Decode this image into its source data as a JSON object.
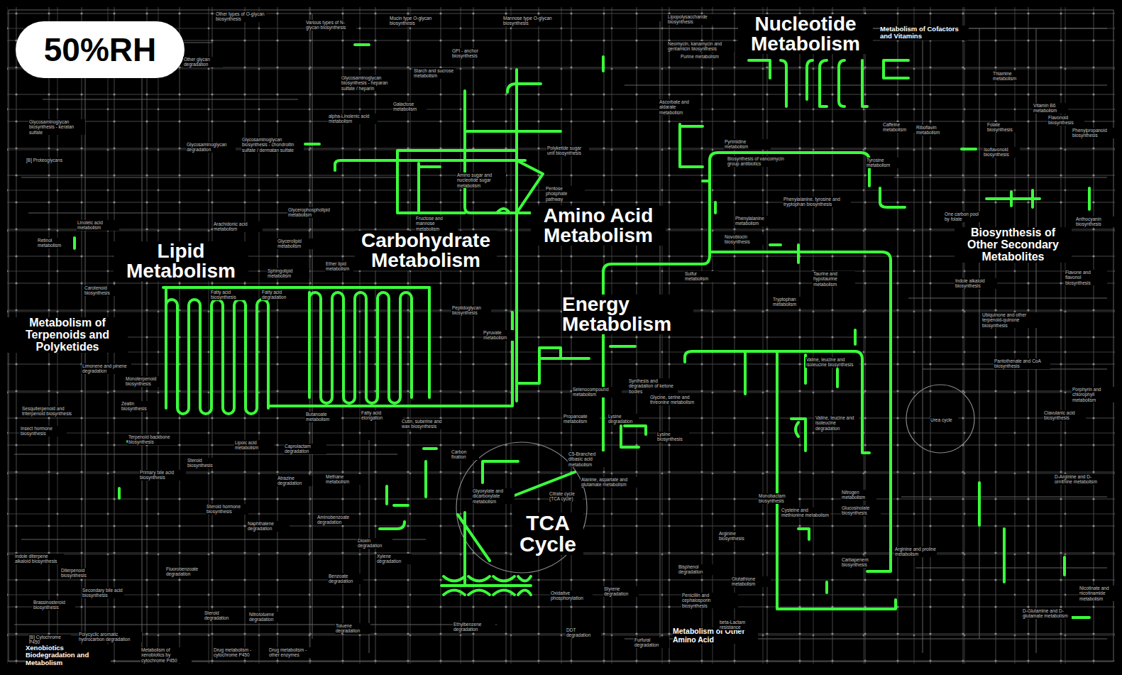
{
  "diagram": {
    "nodes": [
      {
        "text": [
          "50%RH"
        ]
      }
    ],
    "labels": [
      "Nucleotide Metabolism",
      "Metabolism of Cofactors and Vitamins",
      "Amino Acid Metabolism",
      "Carbohydrate Metabolism",
      "Lipid Metabolism",
      "Energy Metabolism",
      "Metabolism of Terpenoids and Polyketides",
      "Biosynthesis of Other Secondary Metabolites",
      "TCA Cycle",
      "Xenobiotics Biodegradation and Metabolism",
      "Metabolism of Other Amino Acid",
      "Other types of O-glycan biosynthesis",
      "Various types of N-glycan biosynthesis",
      "Mucin type O-glycan biosynthesis",
      "Mannose type O-glycan biosynthesis",
      "Lipopolysaccharide biosynthesis",
      "Other glycan degradation",
      "GPI - anchor biosynthesis",
      "Starch and sucrose metabolism",
      "Glycosaminoglycan biosynthesis - heparan sulfate / heparin",
      "Galactose metabolism",
      "Purine metabolism",
      "Neomycin, kanamycin and gentamicin biosynthesis",
      "Ascorbate and aldarate metabolism",
      "Thiamine metabolism",
      "Vitamin B6 metabolism",
      "Caffeine metabolism",
      "Riboflavin metabolism",
      "Folate biosynthesis",
      "Flavonoid biosynthesis",
      "Phenylpropanoid biosynthesis",
      "Pyrimidine metabolism",
      "Biosynthesis of vancomycin group antibiotics",
      "Tyrosine metabolism",
      "Phenylalanine, tyrosine and tryptophan biosynthesis",
      "Phenylalanine metabolism",
      "Novobiocin biosynthesis",
      "One carbon pool by folate",
      "Anthocyanin biosynthesis",
      "Glycosaminoglycan degradation",
      "Glycosaminoglycan biosynthesis - chondroitin sulfate / dermatan sulfate",
      "Glycosaminoglycan biosynthesis - keratan sulfate",
      "[B] Proteoglycans",
      "alpha-Linolenic acid metabolism",
      "Amino sugar and nucleotide sugar metabolism",
      "Pentose phosphate pathway",
      "Fructose and mannose metabolism",
      "Polyketide sugar unit biosynthesis",
      "Glycerophospholipid metabolism",
      "Linoleic acid metabolism",
      "Retinol metabolism",
      "Arachidonic acid metabolism",
      "Glycerolipid metabolism",
      "Sphingolipid metabolism",
      "Ether lipid metabolism",
      "Carotenoid biosynthesis",
      "Fatty acid biosynthesis",
      "Fatty acid degradation",
      "Limonene and pinene degradation",
      "Monoterpenoid biosynthesis",
      "Zeatin biosynthesis",
      "Sesquiterpenoid and triterpenoid biosynthesis",
      "Insect hormone biosynthesis",
      "Terpenoid backbone biosynthesis",
      "Lipoic acid metabolism",
      "Steroid biosynthesis",
      "Primary bile acid biosynthesis",
      "Steroid hormone biosynthesis",
      "Caprolactam degradation",
      "Methane metabolism",
      "Atrazine degradation",
      "Aminobenzoate degradation",
      "Naphthalene degradation",
      "Dioxin degradation",
      "Xylene degradation",
      "Fluorobenzoate degradation",
      "Benzoate degradation",
      "Toluene degradation",
      "Ethylbenzene degradation",
      "Oxidative phosphorylation",
      "Styrene degradation",
      "DDT degradation",
      "Furfural degradation",
      "Steroid degradation",
      "Nitrotoluene degradation",
      "Indole diterpene alkaloid biosynthesis",
      "Diterpenoid biosynthesis",
      "Secondary bile acid biosynthesis",
      "Brassinosteroid biosynthesis",
      "Polycyclic aromatic hydrocarbon degradation",
      "Metabolism of xenobiotics by cytochrome P450",
      "Drug metabolism - cytochrome P450",
      "Drug metabolism - other enzymes",
      "[B] Cytochrome P450",
      "Carbon fixation",
      "Glyoxylate and dicarboxylate metabolism",
      "Citrate cycle (TCA cycle)",
      "Alanine, aspartate and glutamate metabolism",
      "C5-Branched dibasic acid metabolism",
      "Propanoate metabolism",
      "Lysine degradation",
      "Butanoate metabolism",
      "Fatty acid elongation",
      "Cutin, suberine and wax biosynthesis",
      "Pyruvate metabolism",
      "Peptidoglycan biosynthesis",
      "Selenocompound metabolism",
      "Synthesis and degradation of ketone bodies",
      "Glycine, serine and threonine metabolism",
      "Lysine biosynthesis",
      "Taurine and hypotaurine metabolism",
      "Sulfur metabolism",
      "Tryptophan metabolism",
      "Valine, leucine and isoleucine biosynthesis",
      "Valine, leucine and isoleucine degradation",
      "Pantothenate and CoA biosynthesis",
      "Ubiquinone and other terpenoid-quinone biosynthesis",
      "Urea cycle",
      "Porphyrin and chlorophyll metabolism",
      "Clavulanic acid biosynthesis",
      "D-Arginine and D-ornithine metabolism",
      "Monobactam biosynthesis",
      "Cysteine and methionine metabolism",
      "Nitrogen metabolism",
      "Glucosinolate biosynthesis",
      "Arginine biosynthesis",
      "Carbapenem biosynthesis",
      "Arginine and proline metabolism",
      "Glutathione metabolism",
      "Penicillin and cephalosporin biosynthesis",
      "beta-Lactam resistance",
      "Bisphenol degradation",
      "Nicotinate and nicotinamide metabolism",
      "D-Glutamine and D-glutamate metabolism",
      "Isoflavonoid biosynthesis",
      "Indole alkaloid biosynthesis",
      "Flavone and flavonol biosynthesis"
    ]
  }
}
